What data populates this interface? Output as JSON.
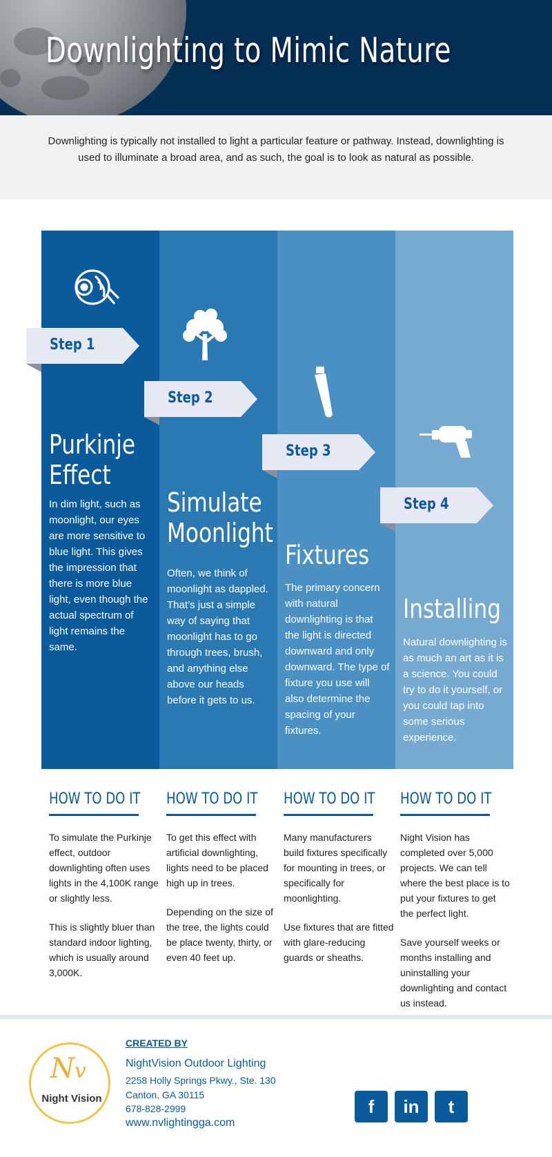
{
  "header": {
    "title": "Downlighting to Mimic Nature"
  },
  "intro": {
    "text": "Downlighting is typically not installed to light a particular feature or pathway. Instead, downlighting is used to illuminate a broad area, and as such, the goal is to look as natural as possible."
  },
  "steps": [
    {
      "tag": "Step 1",
      "icon": "eye-icon",
      "title_line1": "Purkinje",
      "title_line2": "Effect",
      "text": "In dim light, such as moonlight, our eyes are more sensitive to blue light. This gives the impression that there is more blue light, even though the actual spectrum of light remains the same."
    },
    {
      "tag": "Step 2",
      "icon": "tree-icon",
      "title_line1": "Simulate",
      "title_line2": "Moonlight",
      "text": "Often, we think of moonlight as dappled. That’s just a simple way of saying that moonlight has to go through trees, brush, and anything else above our heads before it gets to us."
    },
    {
      "tag": "Step 3",
      "icon": "fixture-icon",
      "title_line1": "Fixtures",
      "title_line2": "",
      "text": "The primary concern with natural downlighting is that the light is directed downward and only downward. The type of fixture you use will also determine the spacing of your fixtures."
    },
    {
      "tag": "Step 4",
      "icon": "drill-icon",
      "title_line1": "Installing",
      "title_line2": "",
      "text": "Natural downlighting is as much an art as it is a science. You could try to do it yourself, or you could tap into some serious experience."
    }
  ],
  "howto": [
    {
      "heading": "HOW TO DO IT",
      "p1": "To simulate the Purkinje effect, outdoor downlighting often uses lights in the 4,100K range or slightly less.",
      "p2": "This is slightly bluer than standard indoor lighting, which is usually around 3,000K."
    },
    {
      "heading": "HOW TO DO IT",
      "p1": "To get this effect with artificial downlighting, lights need to be placed high up in trees.",
      "p2": "Depending on the size of the tree, the lights could be place twenty, thirty, or even 40 feet up."
    },
    {
      "heading": "HOW TO DO IT",
      "p1": "Many manufacturers build fixtures specifically for mounting in trees, or specifically for moonlighting.",
      "p2": "Use fixtures that are fitted with glare-reducing guards or sheaths."
    },
    {
      "heading": "HOW TO DO IT",
      "p1": "Night Vision has completed over 5,000 projects. We can tell where the best place is to put your fixtures to get the perfect light.",
      "p2": "Save yourself weeks or months installing and uninstalling your downlighting and contact us instead."
    }
  ],
  "footer": {
    "created_by": "CREATED BY",
    "company": "NightVision Outdoor Lighting",
    "address1": "2258 Holly Springs Pkwy., Ste. 130",
    "address2": "Canton, GA 30115",
    "phone": "678-828-2999",
    "website": "www.nvlightingga.com",
    "logo_text": "Night Vision",
    "social": [
      {
        "icon": "facebook-icon",
        "glyph": "f"
      },
      {
        "icon": "linkedin-icon",
        "glyph": "in"
      },
      {
        "icon": "twitter-icon",
        "glyph": "t"
      }
    ]
  },
  "colors": {
    "dark_navy": "#062f56",
    "step1": "#0a5a9c",
    "step2": "#2b79b3",
    "step3": "#4a90c2",
    "step4": "#76aad0",
    "accent_gold": "#f0c34a"
  }
}
